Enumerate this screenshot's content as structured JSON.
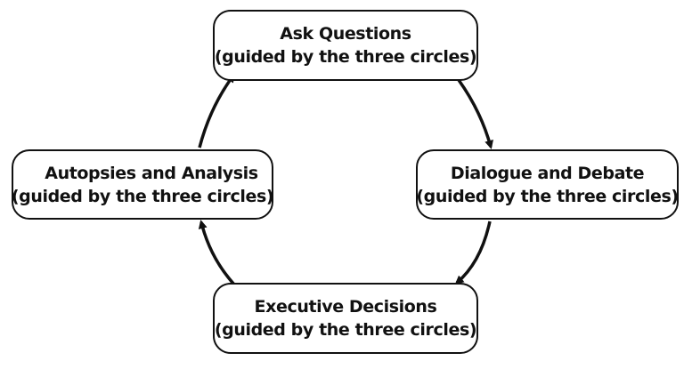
{
  "diagram": {
    "nodes": [
      {
        "id": "ask",
        "title": "Ask Questions",
        "subtitle": "(guided by the three circles)"
      },
      {
        "id": "dialogue",
        "title": "Dialogue and Debate",
        "subtitle": "(guided by the three circles)"
      },
      {
        "id": "executive",
        "title": "Executive Decisions",
        "subtitle": "(guided by the three circles)"
      },
      {
        "id": "autopsies",
        "title": "Autopsies and Analysis",
        "subtitle": "(guided by the three circles)"
      }
    ],
    "edges": [
      {
        "from": "ask",
        "to": "dialogue"
      },
      {
        "from": "dialogue",
        "to": "executive"
      },
      {
        "from": "executive",
        "to": "autopsies"
      },
      {
        "from": "autopsies",
        "to": "ask"
      }
    ],
    "colors": {
      "stroke": "#111111",
      "background": "#ffffff",
      "text": "#111111"
    }
  }
}
